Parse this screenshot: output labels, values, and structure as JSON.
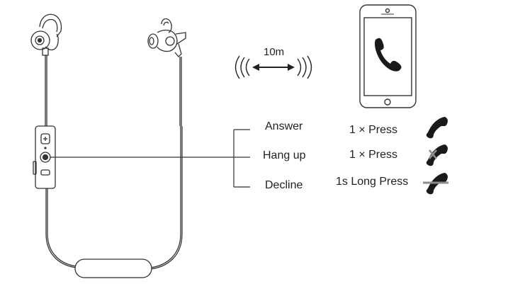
{
  "range": {
    "distance": "10m"
  },
  "functions": [
    {
      "name": "Answer",
      "action": "1 × Press",
      "icon": "phone-answer-icon"
    },
    {
      "name": "Hang up",
      "action": "1 × Press",
      "icon": "phone-hangup-icon"
    },
    {
      "name": "Decline",
      "action": "1s Long Press",
      "icon": "phone-decline-icon"
    }
  ],
  "colors": {
    "line": "#333333",
    "icon": "#1a1a1a",
    "strike": "#8c8c8c"
  }
}
